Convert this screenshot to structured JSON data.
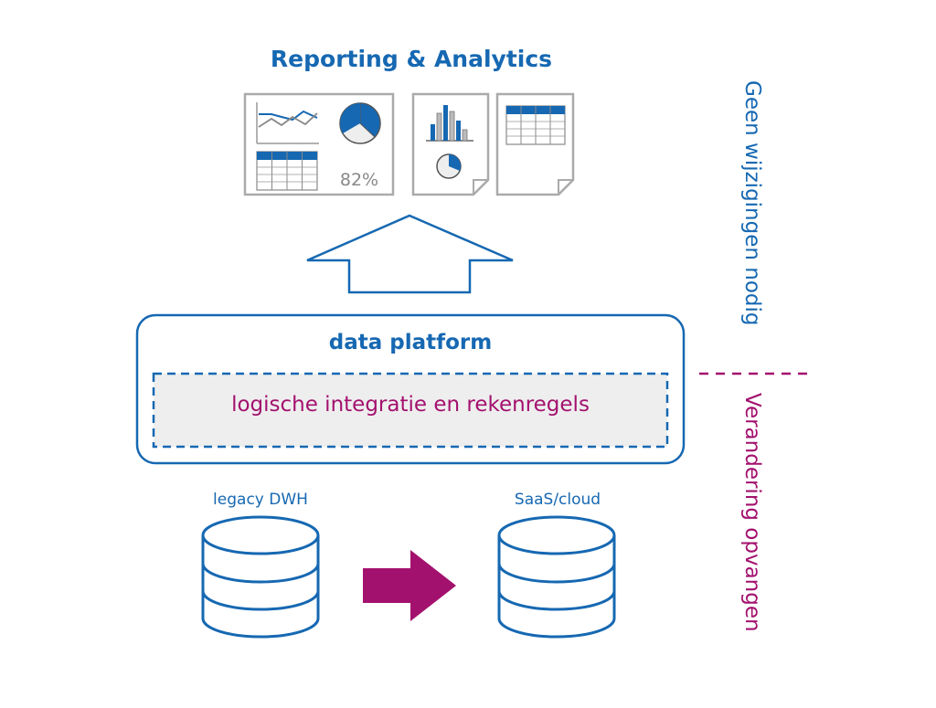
{
  "header": {
    "title": "Reporting & Analytics"
  },
  "report": {
    "percent_label": "82%"
  },
  "platform": {
    "title": "data platform",
    "integration_label": "logische integratie en rekenregels"
  },
  "sources": {
    "legacy_label": "legacy DWH",
    "target_label": "SaaS/cloud"
  },
  "side": {
    "top_label": "Geen wijzigingen nodig",
    "bottom_label": "Verandering opvangen"
  },
  "colors": {
    "blue": "#1668b2",
    "magenta": "#a3116e",
    "gray": "#aaaaaa",
    "panel_fill": "#eeeeee"
  },
  "icons": {
    "report_dashboard": "dashboard-icon",
    "report_chart": "document-chart-icon",
    "report_table": "document-table-icon",
    "up_arrow": "up-arrow-icon",
    "databases": "database-icon",
    "migration_arrow": "right-arrow-icon"
  }
}
